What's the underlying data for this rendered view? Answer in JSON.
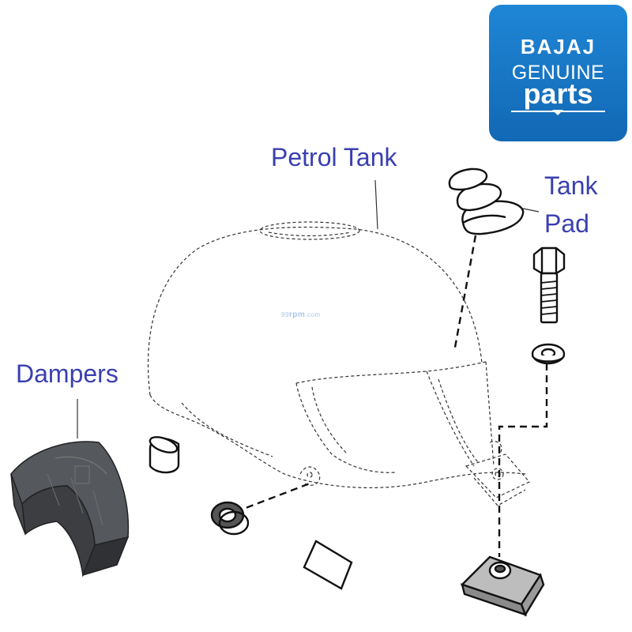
{
  "labels": {
    "petrol_tank": "Petrol Tank",
    "tank_pad_line1": "Tank",
    "tank_pad_line2": "Pad",
    "dampers": "Dampers"
  },
  "logo": {
    "brand": "BAJAJ",
    "line2": "GENUINE",
    "line3": "parts",
    "bg_color": "#1a78c8"
  },
  "watermark": {
    "prefix": "99",
    "name": "rpm",
    "suffix": ".com"
  },
  "colors": {
    "label_text": "#3a3fb0",
    "line_art": "#222222",
    "damper_fill": "#55585c"
  }
}
